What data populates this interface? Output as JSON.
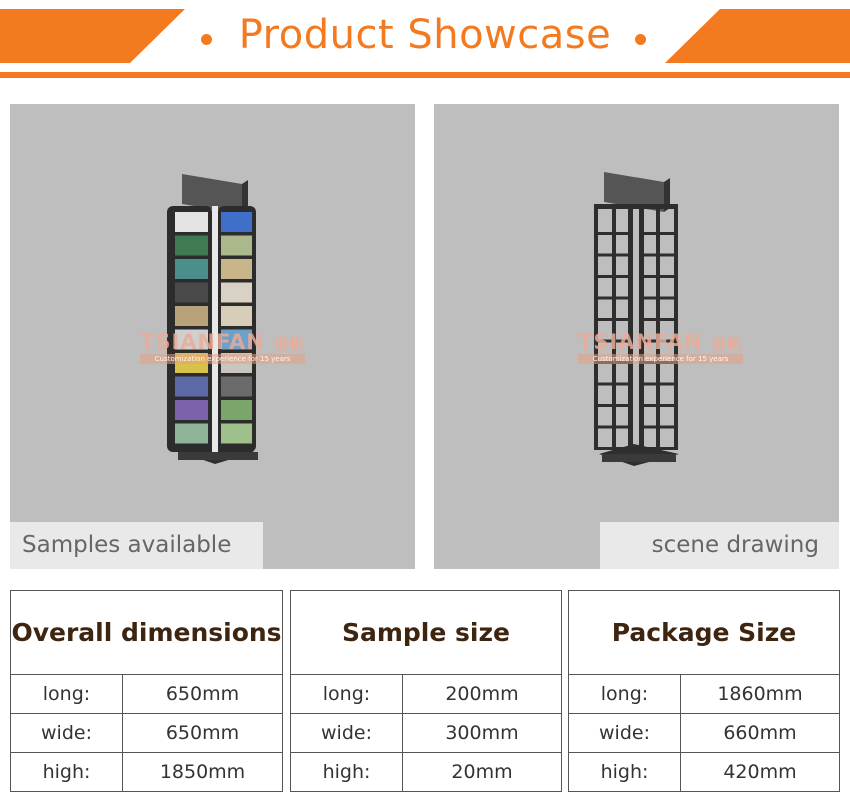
{
  "header": {
    "title": "Product Showcase"
  },
  "colors": {
    "accent": "#f47a20",
    "panel_bg": "#bebebe",
    "caption_bg": "#e9e9e9",
    "heading_text": "#3d2510"
  },
  "panels": [
    {
      "caption": "Samples available",
      "watermark": {
        "brand": "TSIANFAN",
        "brand_cn": "谦帆",
        "tagline": "Customization experience for 15 years"
      }
    },
    {
      "caption": "scene drawing",
      "watermark": {
        "brand": "TSIANFAN",
        "brand_cn": "谦帆",
        "tagline": "Customization experience for 15 years"
      }
    }
  ],
  "specs": [
    {
      "title": "Overall dimensions",
      "rows": [
        {
          "key": "long:",
          "value": "650mm"
        },
        {
          "key": "wide:",
          "value": "650mm"
        },
        {
          "key": "high:",
          "value": "1850mm"
        }
      ]
    },
    {
      "title": "Sample size",
      "rows": [
        {
          "key": "long:",
          "value": "200mm"
        },
        {
          "key": "wide:",
          "value": "300mm"
        },
        {
          "key": "high:",
          "value": "20mm"
        }
      ]
    },
    {
      "title": "Package Size",
      "rows": [
        {
          "key": "long:",
          "value": "1860mm"
        },
        {
          "key": "wide:",
          "value": "660mm"
        },
        {
          "key": "high:",
          "value": "420mm"
        }
      ]
    }
  ]
}
